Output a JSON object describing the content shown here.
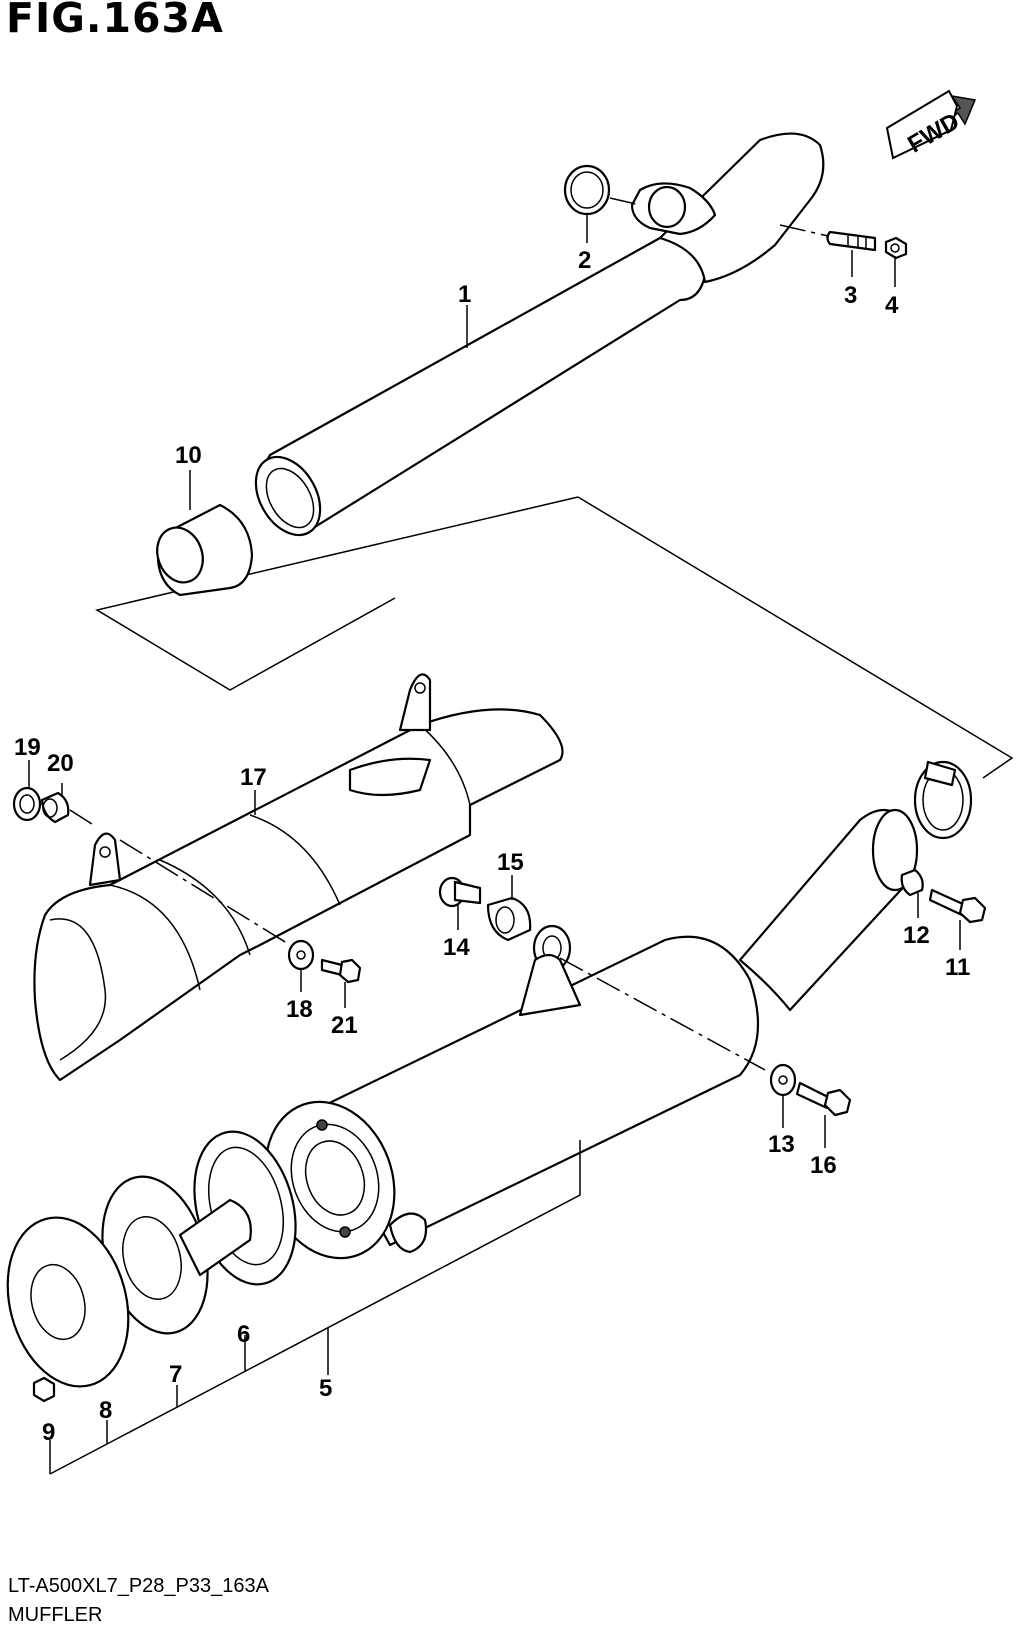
{
  "figure": {
    "title": "FIG.163A",
    "model_code": "LT-A500XL7_P28_P33_163A",
    "section_name": "MUFFLER",
    "direction_label": "FWD"
  },
  "callouts": [
    "1",
    "2",
    "3",
    "4",
    "5",
    "6",
    "7",
    "8",
    "9",
    "10",
    "11",
    "12",
    "13",
    "14",
    "15",
    "16",
    "17",
    "18",
    "19",
    "20",
    "21"
  ]
}
